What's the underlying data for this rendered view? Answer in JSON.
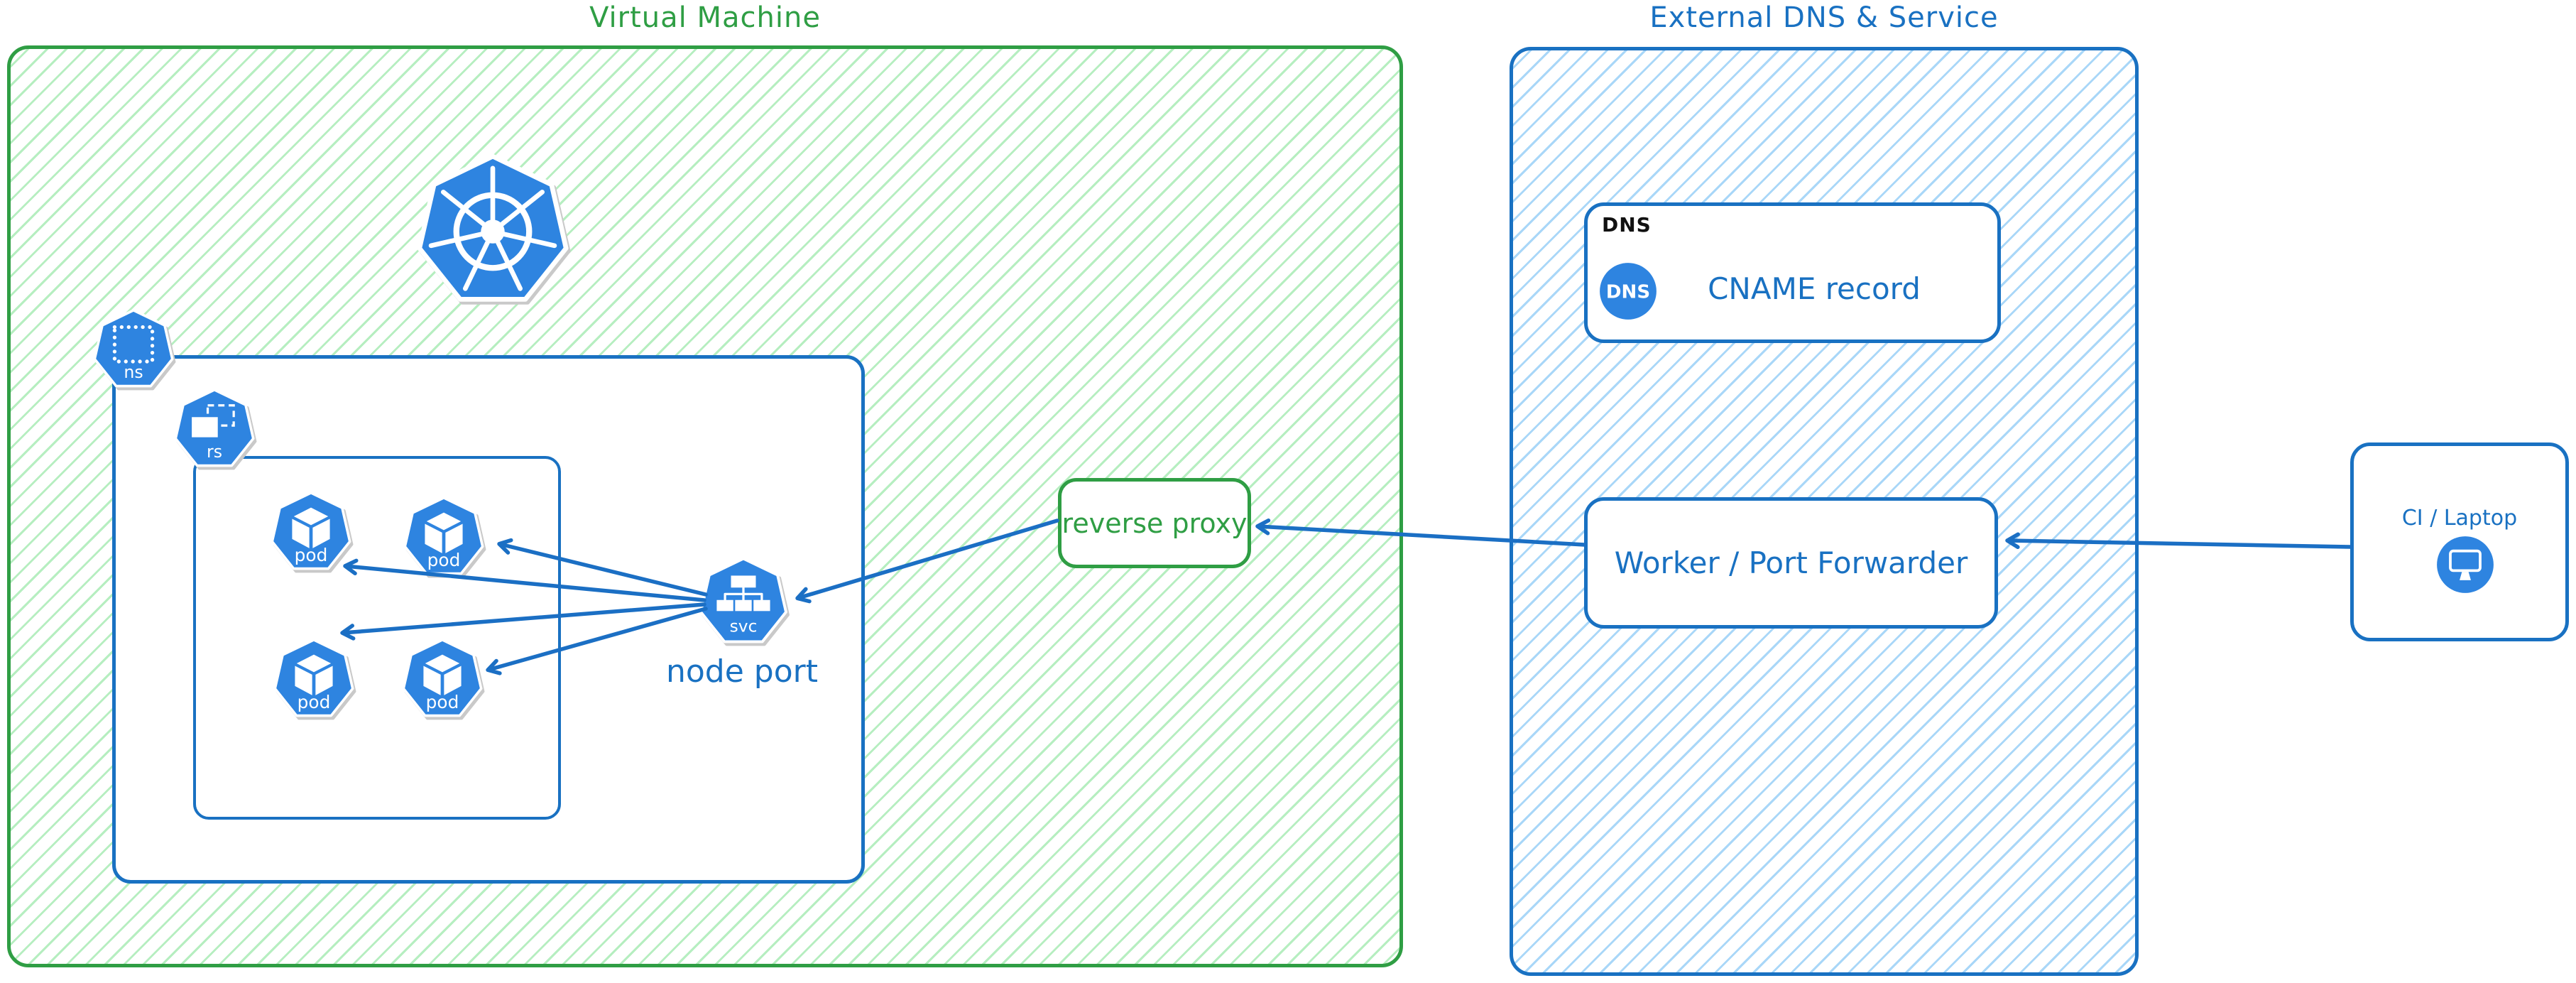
{
  "titles": {
    "vm": "Virtual Machine",
    "external": "External DNS & Service"
  },
  "k8s": {
    "pod_label": "pod",
    "ns_label": "ns",
    "rs_label": "rs",
    "svc_label": "svc",
    "node_port_label": "node port"
  },
  "reverse_proxy": {
    "label": "reverse proxy"
  },
  "dns_card": {
    "tag": "DNS",
    "icon_text": "DNS",
    "record_label": "CNAME record"
  },
  "worker_card": {
    "label": "Worker / Port Forwarder"
  },
  "ci_card": {
    "label": "CI / Laptop"
  },
  "colors": {
    "green": "#2f9e44",
    "green_hatch": "#b6eec0",
    "blue": "#1971c2",
    "blue_hatch": "#a9d7f8",
    "icon_blue": "#2e84e0",
    "arrow_blue": "#1b6fc4",
    "shadow": "#c9c9c9",
    "dns_tag": "#111111"
  }
}
